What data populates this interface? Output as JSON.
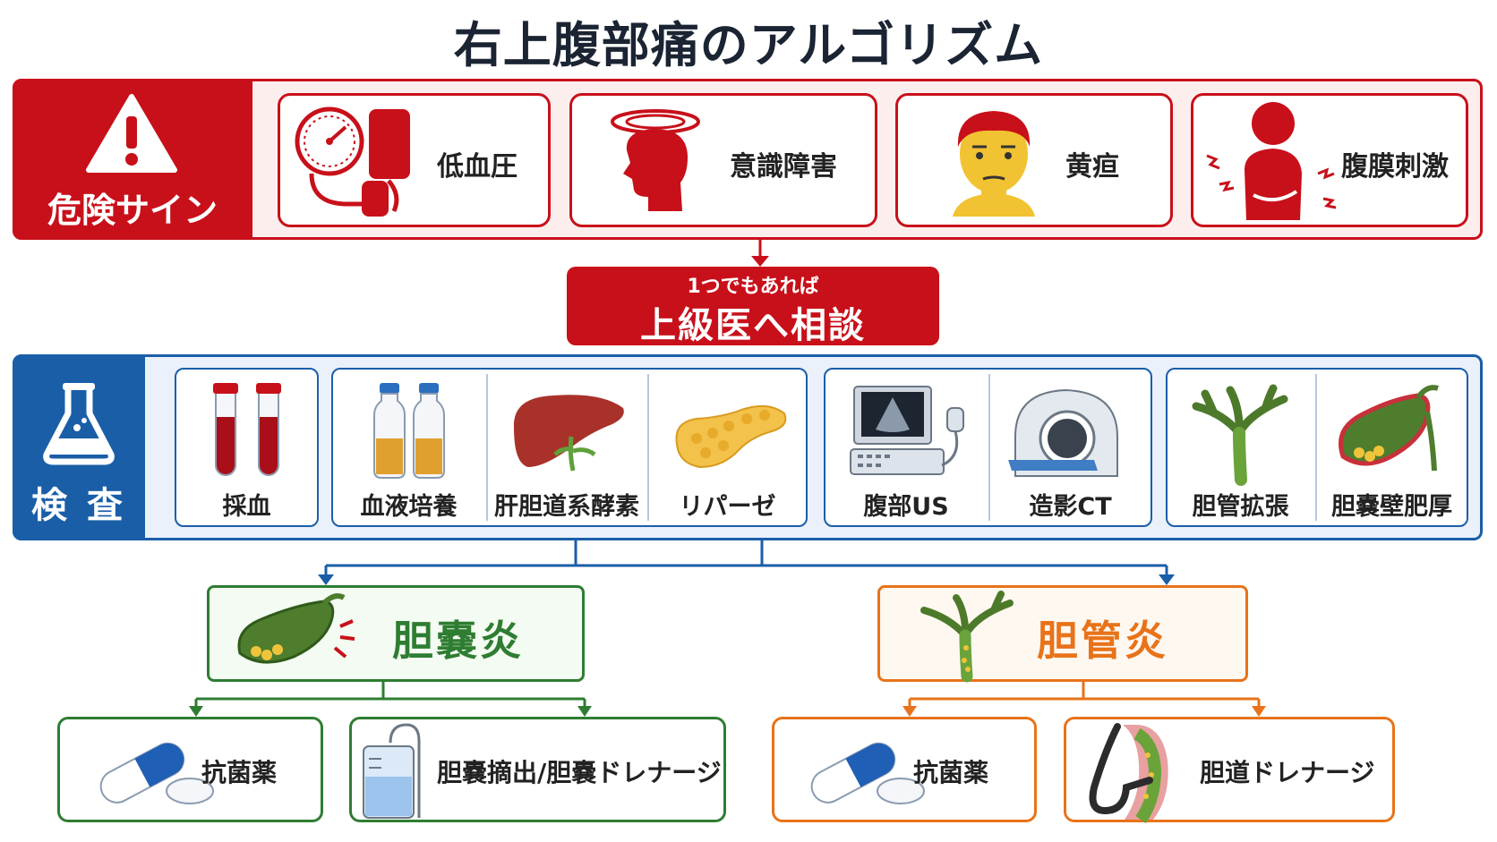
{
  "title": "右上腹部痛のアルゴリズム",
  "danger": {
    "label": "危険サイン",
    "signs": [
      {
        "label": "低血圧",
        "icon": "blood-pressure-monitor-icon"
      },
      {
        "label": "意識障害",
        "icon": "dizzy-head-icon"
      },
      {
        "label": "黄疸",
        "icon": "jaundice-face-icon"
      },
      {
        "label": "腹膜刺激",
        "icon": "abdominal-pain-icon"
      }
    ],
    "consult_small": "1つでもあれば",
    "consult_big": "上級医へ相談"
  },
  "tests": {
    "label": "検 査",
    "items": [
      {
        "label": "採血",
        "icon": "blood-tubes-icon"
      },
      {
        "label": "血液培養",
        "icon": "culture-bottles-icon"
      },
      {
        "label": "肝胆道系酵素",
        "icon": "liver-icon"
      },
      {
        "label": "リパーゼ",
        "icon": "pancreas-icon"
      },
      {
        "label": "腹部US",
        "icon": "ultrasound-machine-icon"
      },
      {
        "label": "造影CT",
        "icon": "ct-scanner-icon"
      },
      {
        "label": "胆管拡張",
        "icon": "bile-duct-icon"
      },
      {
        "label": "胆嚢壁肥厚",
        "icon": "gallbladder-icon"
      }
    ]
  },
  "diagnoses": [
    {
      "label": "胆嚢炎",
      "color": "#2e7d32",
      "icon": "gallbladder-icon",
      "treatments": [
        {
          "label": "抗菌薬",
          "icon": "capsule-pill-icon"
        },
        {
          "label": "胆嚢摘出/胆嚢ドレナージ",
          "icon": "drainage-bag-icon"
        }
      ]
    },
    {
      "label": "胆管炎",
      "color": "#e8731a",
      "icon": "bile-duct-icon",
      "treatments": [
        {
          "label": "抗菌薬",
          "icon": "capsule-pill-icon"
        },
        {
          "label": "胆道ドレナージ",
          "icon": "biliary-stent-icon"
        }
      ]
    }
  ],
  "colors": {
    "danger": "#c8101a",
    "tests": "#1a5ea8",
    "cholecystitis": "#2e7d32",
    "cholangitis": "#e8731a"
  }
}
